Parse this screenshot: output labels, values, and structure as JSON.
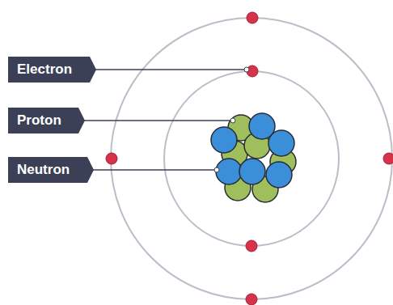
{
  "diagram": {
    "nodes": [
      {
        "text": [
          "Electron"
        ]
      },
      {
        "text": [
          "Proton"
        ]
      },
      {
        "text": [
          "Neutron"
        ]
      }
    ]
  }
}
